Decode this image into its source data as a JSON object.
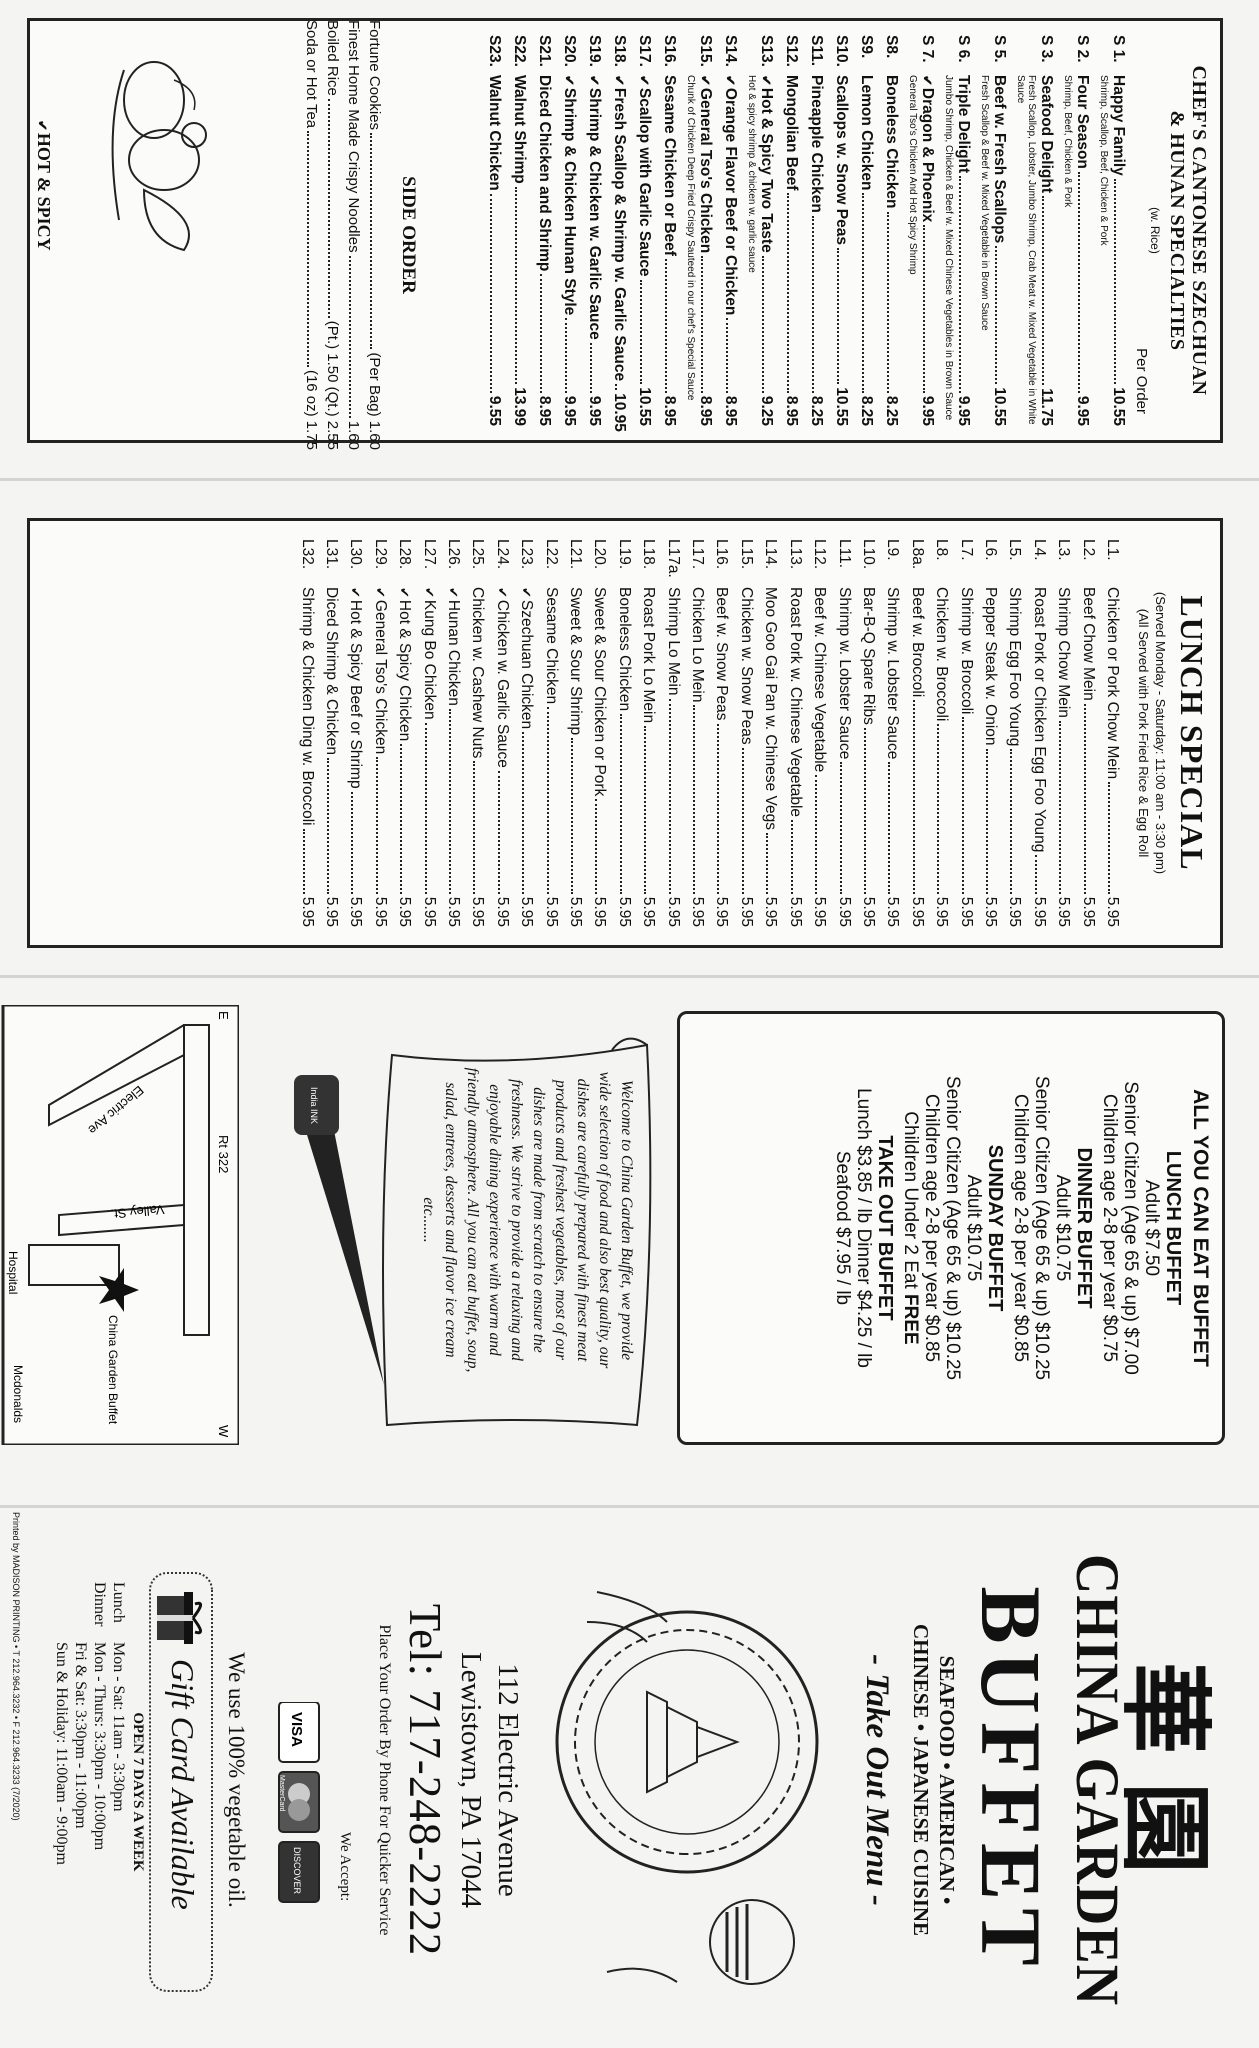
{
  "chef": {
    "title1": "CHEF'S CANTONESE SZECHUAN",
    "title2": "& HUNAN SPECIALTIES",
    "with_rice": "(w. Rice)",
    "per_order": "Per Order",
    "items": [
      {
        "code": "S 1.",
        "name": "Happy Family",
        "price": "10.55",
        "sub": "Shrimp, Scallop, Beef, Chicken & Pork",
        "hot": false
      },
      {
        "code": "S 2.",
        "name": "Four Season",
        "price": "9.95",
        "sub": "Shrimp, Beef, Chicken & Pork",
        "hot": false
      },
      {
        "code": "S 3.",
        "name": "Seafood Delight",
        "price": "11.75",
        "sub": "Fresh Scallop, Lobster, Jumbo Shrimp, Crab Meat w. Mixed Vegetable in White Sauce",
        "hot": false
      },
      {
        "code": "S 5.",
        "name": "Beef w. Fresh Scallops",
        "price": "10.55",
        "sub": "Fresh Scallop & Beef w. Mixed Vegetable in Brown Sauce",
        "hot": false
      },
      {
        "code": "S 6.",
        "name": "Triple Delight",
        "price": "9.95",
        "sub": "Jumbo Shrimp, Chicken & Beef w. Mixed Chinese Vegetables in Brown Sauce",
        "hot": false
      },
      {
        "code": "S 7.",
        "name": "Dragon & Phoenix",
        "price": "9.95",
        "sub": "General Tso's Chicken And Hot Spicy Shrimp",
        "hot": true
      },
      {
        "code": "S8.",
        "name": "Boneless Chicken",
        "price": "8.25",
        "sub": "",
        "hot": false
      },
      {
        "code": "S9.",
        "name": "Lemon Chicken",
        "price": "8.25",
        "sub": "",
        "hot": false
      },
      {
        "code": "S10.",
        "name": "Scallops w. Snow Peas",
        "price": "10.55",
        "sub": "",
        "hot": false
      },
      {
        "code": "S11.",
        "name": "Pineapple Chicken",
        "price": "8.25",
        "sub": "",
        "hot": false
      },
      {
        "code": "S12.",
        "name": "Mongolian Beef",
        "price": "8.95",
        "sub": "",
        "hot": false
      },
      {
        "code": "S13.",
        "name": "Hot & Spicy Two Taste",
        "price": "9.25",
        "sub": "Hot & spicy shrimp & chicken w. garlic sauce",
        "hot": true
      },
      {
        "code": "S14.",
        "name": "Orange Flavor Beef or Chicken",
        "price": "8.95",
        "sub": "",
        "hot": true
      },
      {
        "code": "S15.",
        "name": "General Tso's Chicken",
        "price": "8.95",
        "sub": "Chunk of Chicken Deep Fried Crispy Sauteed in our chef's Special Sauce",
        "hot": true
      },
      {
        "code": "S16.",
        "name": "Sesame Chicken or Beef",
        "price": "8.95",
        "sub": "",
        "hot": false
      },
      {
        "code": "S17.",
        "name": "Scallop with Garlic Sauce",
        "price": "10.55",
        "sub": "",
        "hot": true
      },
      {
        "code": "S18.",
        "name": "Fresh Scallop & Shrimp w. Garlic Sauce",
        "price": "10.95",
        "sub": "",
        "hot": true
      },
      {
        "code": "S19.",
        "name": "Shrimp & Chicken w. Garlic Sauce",
        "price": "9.95",
        "sub": "",
        "hot": true
      },
      {
        "code": "S20.",
        "name": "Shrimp & Chicken Hunan Style",
        "price": "9.95",
        "sub": "",
        "hot": true
      },
      {
        "code": "S21.",
        "name": "Diced Chicken and Shrimp",
        "price": "8.95",
        "sub": "",
        "hot": false
      },
      {
        "code": "S22.",
        "name": "Walnut Shrimp",
        "price": "13.99",
        "sub": "",
        "hot": false
      },
      {
        "code": "S23.",
        "name": "Walnut Chicken",
        "price": "9.55",
        "sub": "",
        "hot": false
      }
    ]
  },
  "side_order": {
    "title": "SIDE ORDER",
    "items": [
      {
        "name": "Fortune Cookies",
        "price": "(Per Bag) 1.60"
      },
      {
        "name": "Finest Home Made Crispy Noodles",
        "price": "1.60"
      },
      {
        "name": "Boiled Rice",
        "price": "(Pt.) 1.50  (Qt.) 2.55"
      },
      {
        "name": "Soda or Hot Tea",
        "price": "(16 oz) 1.75"
      }
    ],
    "hot_spicy": "HOT & SPICY"
  },
  "lunch": {
    "title": "LUNCH SPECIAL",
    "served": "(Served Monday - Saturday: 11:00 am - 3:30 pm)",
    "served_with": "(All Served with Pork Fried Rice & Egg Roll",
    "items": [
      {
        "code": "L1.",
        "name": "Chicken or Pork Chow Mein",
        "price": "5.95",
        "hot": false
      },
      {
        "code": "L2.",
        "name": "Beef Chow Mein",
        "price": "5.95",
        "hot": false
      },
      {
        "code": "L3.",
        "name": "Shrimp Chow Mein",
        "price": "5.95",
        "hot": false
      },
      {
        "code": "L4.",
        "name": "Roast Pork or Chicken Egg Foo Young",
        "price": "5.95",
        "hot": false
      },
      {
        "code": "L5.",
        "name": "Shrimp Egg Foo Young",
        "price": "5.95",
        "hot": false
      },
      {
        "code": "L6.",
        "name": "Pepper Steak w. Onion",
        "price": "5.95",
        "hot": false
      },
      {
        "code": "L7.",
        "name": "Shrimp w. Broccoli",
        "price": "5.95",
        "hot": false
      },
      {
        "code": "L8.",
        "name": "Chicken w. Broccoli",
        "price": "5.95",
        "hot": false
      },
      {
        "code": "L8a.",
        "name": "Beef w. Broccoli",
        "price": "5.95",
        "hot": false
      },
      {
        "code": "L9.",
        "name": "Shrimp w. Lobster Sauce",
        "price": "5.95",
        "hot": false
      },
      {
        "code": "L10.",
        "name": "Bar-B-Q Spare Ribs",
        "price": "5.95",
        "hot": false
      },
      {
        "code": "L11.",
        "name": "Shrimp w. Lobster Sauce",
        "price": "5.95",
        "hot": false
      },
      {
        "code": "L12.",
        "name": "Beef w. Chinese Vegetable",
        "price": "5.95",
        "hot": false
      },
      {
        "code": "L13.",
        "name": "Roast Pork w. Chinese Vegetable",
        "price": "5.95",
        "hot": false
      },
      {
        "code": "L14.",
        "name": "Moo Goo Gai Pan w. Chinese Vegs",
        "price": "5.95",
        "hot": false
      },
      {
        "code": "L15.",
        "name": "Chicken w. Snow Peas",
        "price": "5.95",
        "hot": false
      },
      {
        "code": "L16.",
        "name": "Beef w. Snow Peas",
        "price": "5.95",
        "hot": false
      },
      {
        "code": "L17.",
        "name": "Chicken Lo Mein",
        "price": "5.95",
        "hot": false
      },
      {
        "code": "L17a.",
        "name": "Shrimp Lo Mein",
        "price": "5.95",
        "hot": false
      },
      {
        "code": "L18.",
        "name": "Roast Pork Lo Mein",
        "price": "5.95",
        "hot": false
      },
      {
        "code": "L19.",
        "name": "Boneless Chicken",
        "price": "5.95",
        "hot": false
      },
      {
        "code": "L20.",
        "name": "Sweet & Sour Chicken or Pork",
        "price": "5.95",
        "hot": false
      },
      {
        "code": "L21.",
        "name": "Sweet & Sour Shrimp",
        "price": "5.95",
        "hot": false
      },
      {
        "code": "L22.",
        "name": "Sesame Chicken",
        "price": "5.95",
        "hot": false
      },
      {
        "code": "L23.",
        "name": "Szechuan Chicken",
        "price": "5.95",
        "hot": true
      },
      {
        "code": "L24.",
        "name": "Chicken w. Garlic Sauce",
        "price": "5.95",
        "hot": true
      },
      {
        "code": "L25.",
        "name": "Chicken w. Cashew Nuts",
        "price": "5.95",
        "hot": false
      },
      {
        "code": "L26.",
        "name": "Hunan Chicken",
        "price": "5.95",
        "hot": true
      },
      {
        "code": "L27.",
        "name": "Kung Bo Chicken",
        "price": "5.95",
        "hot": true
      },
      {
        "code": "L28.",
        "name": "Hot & Spicy Chicken",
        "price": "5.95",
        "hot": true
      },
      {
        "code": "L29.",
        "name": "General Tso's Chicken",
        "price": "5.95",
        "hot": true
      },
      {
        "code": "L30.",
        "name": "Hot & Spicy Beef or Shrimp",
        "price": "5.95",
        "hot": true
      },
      {
        "code": "L31.",
        "name": "Diced Shrimp & Chicken",
        "price": "5.95",
        "hot": false
      },
      {
        "code": "L32.",
        "name": "Shrimp & Chicken Ding w. Broccoli",
        "price": "5.95",
        "hot": false
      }
    ]
  },
  "buffet": {
    "title": "ALL YOU CAN EAT BUFFET",
    "lunch_head": "LUNCH BUFFET",
    "lunch_adult": "Adult $7.50",
    "lunch_senior": "Senior Citizen (Age 65 & up) $7.00",
    "lunch_children": "Children age 2-8 per year $0.75",
    "dinner_head": "DINNER BUFFET",
    "dinner_adult": "Adult $10.75",
    "dinner_senior": "Senior Citizen (Age 65 & up) $10.25",
    "dinner_children": "Children age 2-8 per year $0.85",
    "sunday_head": "SUNDAY BUFFET",
    "sunday_adult": "Adult $10.75",
    "sunday_senior": "Senior Citizen (Age 65 & up) $10.25",
    "sunday_children": "Children age 2-8 per year $0.85",
    "under2_pre": "Children Under 2 Eat ",
    "under2_free": "FREE",
    "takeout_head": "TAKE OUT BUFFET",
    "takeout_line1": "Lunch $3.85 / lb   Dinner $4.25 / lb",
    "takeout_line2": "Seafood $7.95 / lb"
  },
  "welcome": {
    "text": "Welcome to China Garden Buffet, we provide wide selection of food and also best quality, our dishes are carefully prepared with finest meat products and freshest vegetables, most of our dishes are made from scratch to ensure the freshness. We strive to provide a relaxing and enjoyable dining experience with warm and friendly atmosphere. All you can eat buffet, soup, salad, entrees, desserts and flavor ice cream etc.......",
    "ink_label": "India INK"
  },
  "map": {
    "electric_ave": "Electric Ave",
    "valley_st": "Valley St.",
    "rt322": "Rt 322",
    "restaurant": "China Garden Buffet",
    "hospital": "Hospital",
    "mcdonalds": "Mcdonalds",
    "compass_e": "E",
    "compass_w": "W"
  },
  "cover": {
    "chinese": "華園",
    "name1": "CHINA GARDEN",
    "name2": "BUFFET",
    "cuisine1": "SEAFOOD • AMERICAN •",
    "cuisine2": "CHINESE • JAPANESE CUISINE",
    "takeout": "- Take Out Menu -",
    "address1": "112 Electric Avenue",
    "address2": "Lewistown, PA 17044",
    "tel": "Tel: 717-248-2222",
    "phone_note": "Place Your Order By Phone For Quicker Service",
    "we_accept": "We Accept:",
    "card_visa": "VISA",
    "card_mc": "MasterCard",
    "card_disc": "DISCOVER",
    "oil": "We use 100% vegetable oil.",
    "gift": "Gift Card Available",
    "open": "OPEN 7 DAYS A WEEK",
    "lunch_label": "Lunch",
    "lunch_hours": "Mon - Sat: 11am - 3:30pm",
    "dinner_label": "Dinner",
    "dinner_hours1": "Mon - Thurs: 3:30pm - 10:00pm",
    "dinner_hours2": "Fri & Sat: 3:30pm - 11:00pm",
    "dinner_hours3": "Sun & Holiday: 11:00am - 9:00pm",
    "printer": "Printed by MADISON PRINTING • T 212.964.3232 • F 212.964.3233  (7/2020)"
  }
}
